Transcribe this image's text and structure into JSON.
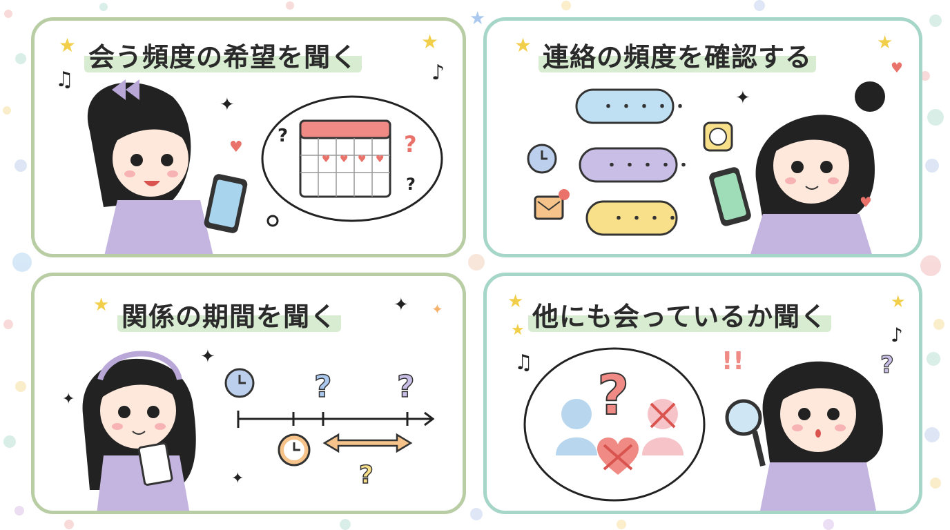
{
  "panels": [
    {
      "title": "会う頻度の希望を聞く",
      "theme": "calendar-thought"
    },
    {
      "title": "連絡の頻度を確認する",
      "theme": "chat-bubbles",
      "bubbles": [
        "・・・・・",
        "・・・・・",
        "・・・・"
      ]
    },
    {
      "title": "関係の期間を聞く",
      "theme": "timeline"
    },
    {
      "title": "他にも会っているか聞く",
      "theme": "magnifier-question"
    }
  ],
  "colors": {
    "green_border": "#b9cda4",
    "teal_border": "#a6d6c8",
    "title_highlight": "#d8ecd2",
    "accent_purple": "#b9a7d8",
    "accent_red": "#e9726b"
  }
}
